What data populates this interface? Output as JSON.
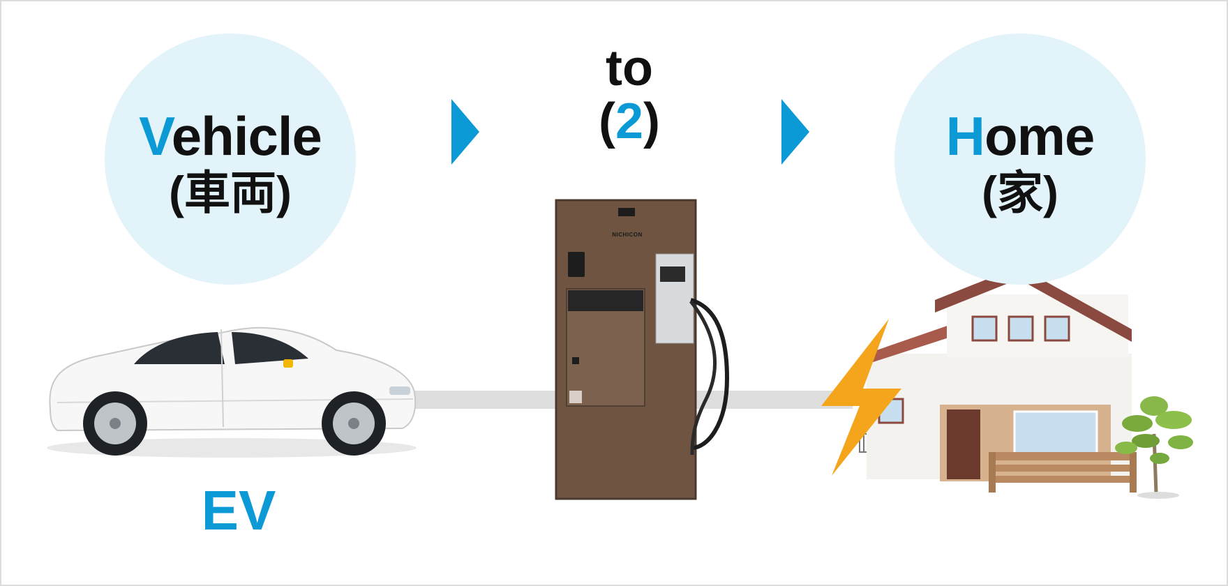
{
  "vehicle": {
    "initial": "V",
    "rest": "ehicle",
    "sub": "(車両)"
  },
  "middle": {
    "to": "to",
    "paren_open": "(",
    "two": "2",
    "paren_close": ")"
  },
  "home": {
    "initial": "H",
    "rest": "ome",
    "sub": "(家)"
  },
  "ev_label": "EV",
  "charger_brand": "NICHICON",
  "colors": {
    "accent_blue": "#0c9ad6",
    "circle_fill": "#e2f3f9",
    "connector_line": "#dedede",
    "wood": "#6e5441",
    "lightning": "#f4a51c",
    "roof": "#8a4a40"
  },
  "icons": [
    "arrow-right-icon",
    "car-icon",
    "charger-icon",
    "house-icon",
    "lightning-icon",
    "tree-icon"
  ]
}
